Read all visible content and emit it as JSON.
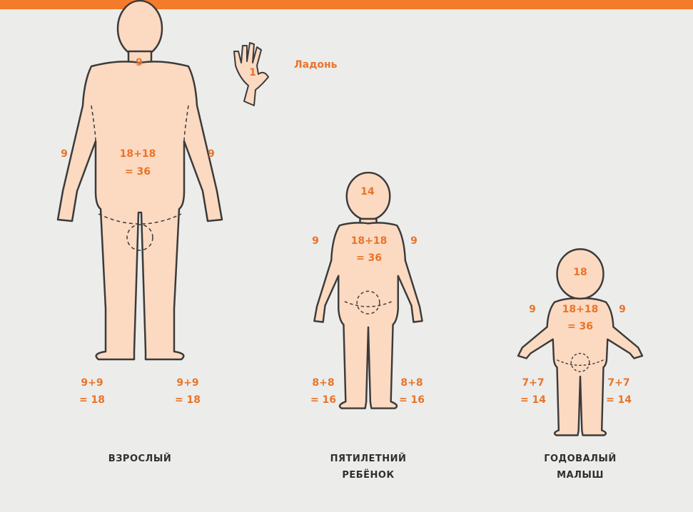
{
  "palm_label": "Ладонь",
  "adult": {
    "head": "9",
    "palm": "1",
    "arm_left": "9",
    "arm_right": "9",
    "torso_1": "18+18",
    "torso_2": "= 36",
    "leg_left_1": "9+9",
    "leg_left_2": "= 18",
    "leg_right_1": "9+9",
    "leg_right_2": "= 18",
    "caption": "ВЗРОСЛЫЙ"
  },
  "child5": {
    "head": "14",
    "arm_left": "9",
    "arm_right": "9",
    "torso_1": "18+18",
    "torso_2": "= 36",
    "leg_left_1": "8+8",
    "leg_left_2": "= 16",
    "leg_right_1": "8+8",
    "leg_right_2": "= 16",
    "caption_1": "ПЯТИЛЕТНИЙ",
    "caption_2": "РЕБЁНОК"
  },
  "baby": {
    "head": "18",
    "arm_left": "9",
    "arm_right": "9",
    "torso_1": "18+18",
    "torso_2": "= 36",
    "leg_left_1": "7+7",
    "leg_left_2": "= 14",
    "leg_right_1": "7+7",
    "leg_right_2": "= 14",
    "caption_1": "ГОДОВАЛЫЙ",
    "caption_2": "МАЛЫШ"
  },
  "colors": {
    "accent": "#f47b2a",
    "skin": "#fcd9c1",
    "outline": "#3b3b3b",
    "background": "#ececea"
  }
}
